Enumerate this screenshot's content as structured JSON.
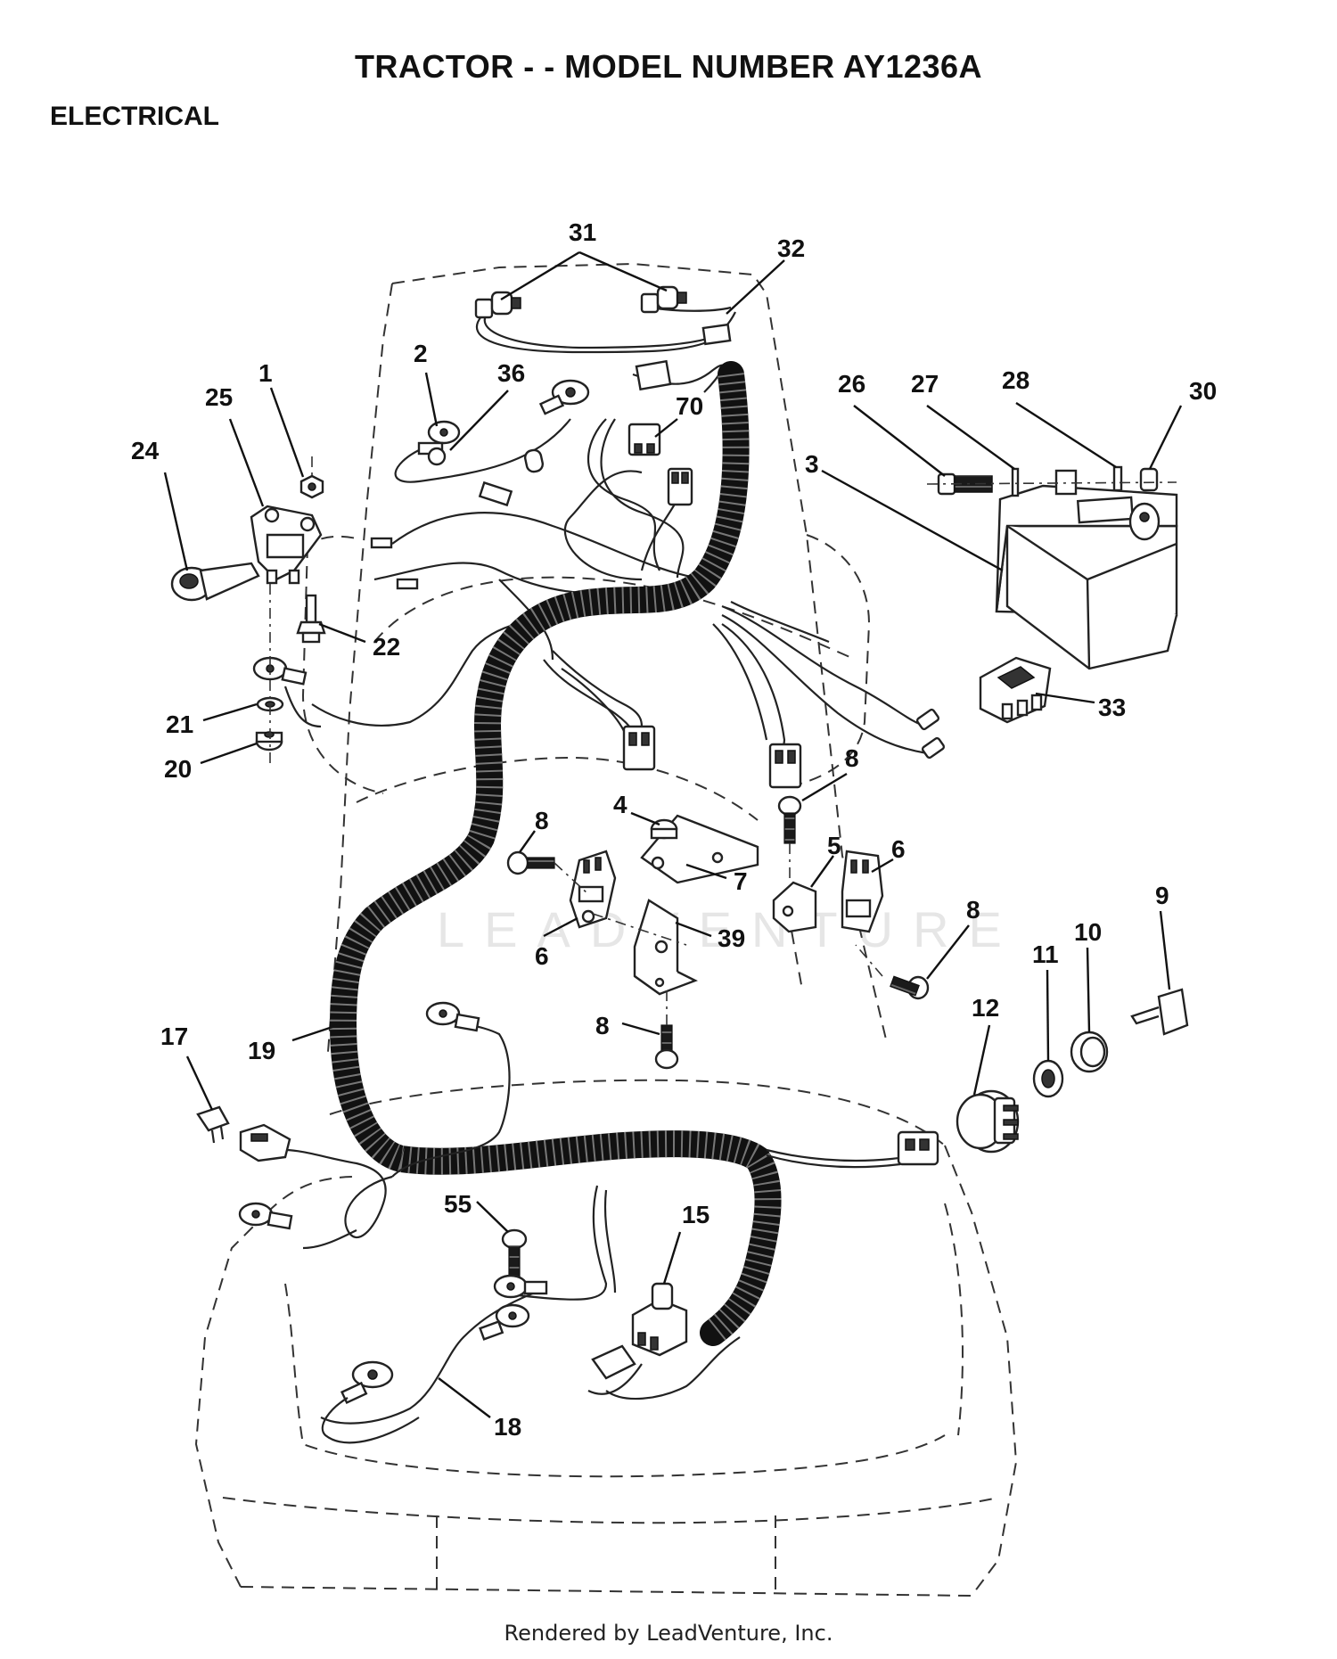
{
  "header": {
    "title": "TRACTOR - - MODEL NUMBER AY1236A",
    "section": "ELECTRICAL"
  },
  "watermark": "LEADVENTURE",
  "footer": "Rendered by LeadVenture, Inc.",
  "callouts": {
    "c31": "31",
    "c32": "32",
    "c2": "2",
    "c36": "36",
    "c1": "1",
    "c25": "25",
    "c24": "24",
    "c70": "70",
    "c26": "26",
    "c27": "27",
    "c28": "28",
    "c30": "30",
    "c3": "3",
    "c22": "22",
    "c33": "33",
    "c21": "21",
    "c20": "20",
    "c8a": "8",
    "c4": "4",
    "c8b": "8",
    "c5": "5",
    "c6a": "6",
    "c7": "7",
    "c39": "39",
    "c6b": "6",
    "c8c": "8",
    "c9": "9",
    "c10": "10",
    "c11": "11",
    "c12": "12",
    "c8d": "8",
    "c17": "17",
    "c19": "19",
    "c55": "55",
    "c15": "15",
    "c18": "18"
  }
}
